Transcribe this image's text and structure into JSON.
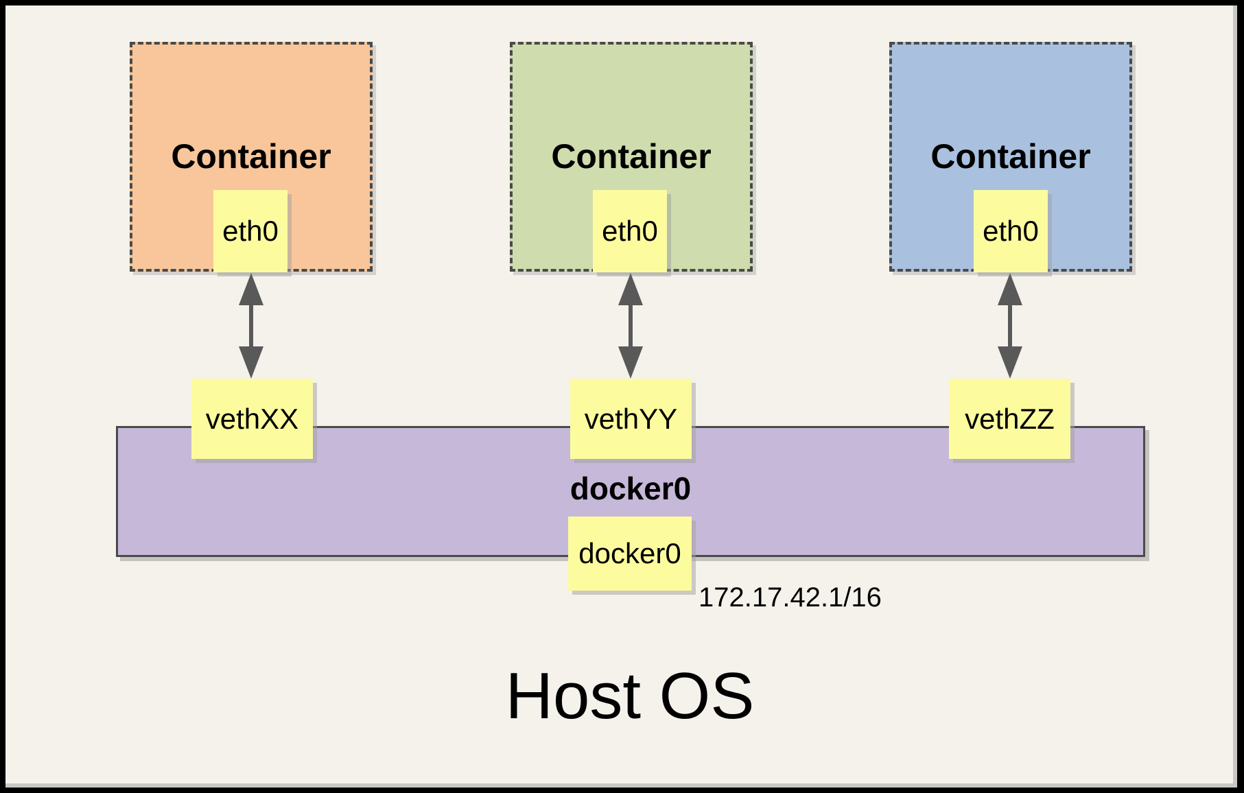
{
  "diagram": {
    "host_label": "Host OS",
    "containers": [
      {
        "label": "Container",
        "interface_label": "eth0",
        "veth_label": "vethXX",
        "fill": "#f8c69a"
      },
      {
        "label": "Container",
        "interface_label": "eth0",
        "veth_label": "vethYY",
        "fill": "#cfdcad"
      },
      {
        "label": "Container",
        "interface_label": "eth0",
        "veth_label": "vethZZ",
        "fill": "#a9c1df"
      }
    ],
    "bridge": {
      "label": "docker0",
      "interface_label": "docker0",
      "ip": "172.17.42.1/16",
      "fill": "#c6b8d8"
    },
    "colors": {
      "background": "#f4f2eb",
      "note_fill": "#fcfc9e",
      "dashed_border": "#4a4a4a",
      "arrow": "#595959",
      "outer_frame": "#000000"
    }
  }
}
